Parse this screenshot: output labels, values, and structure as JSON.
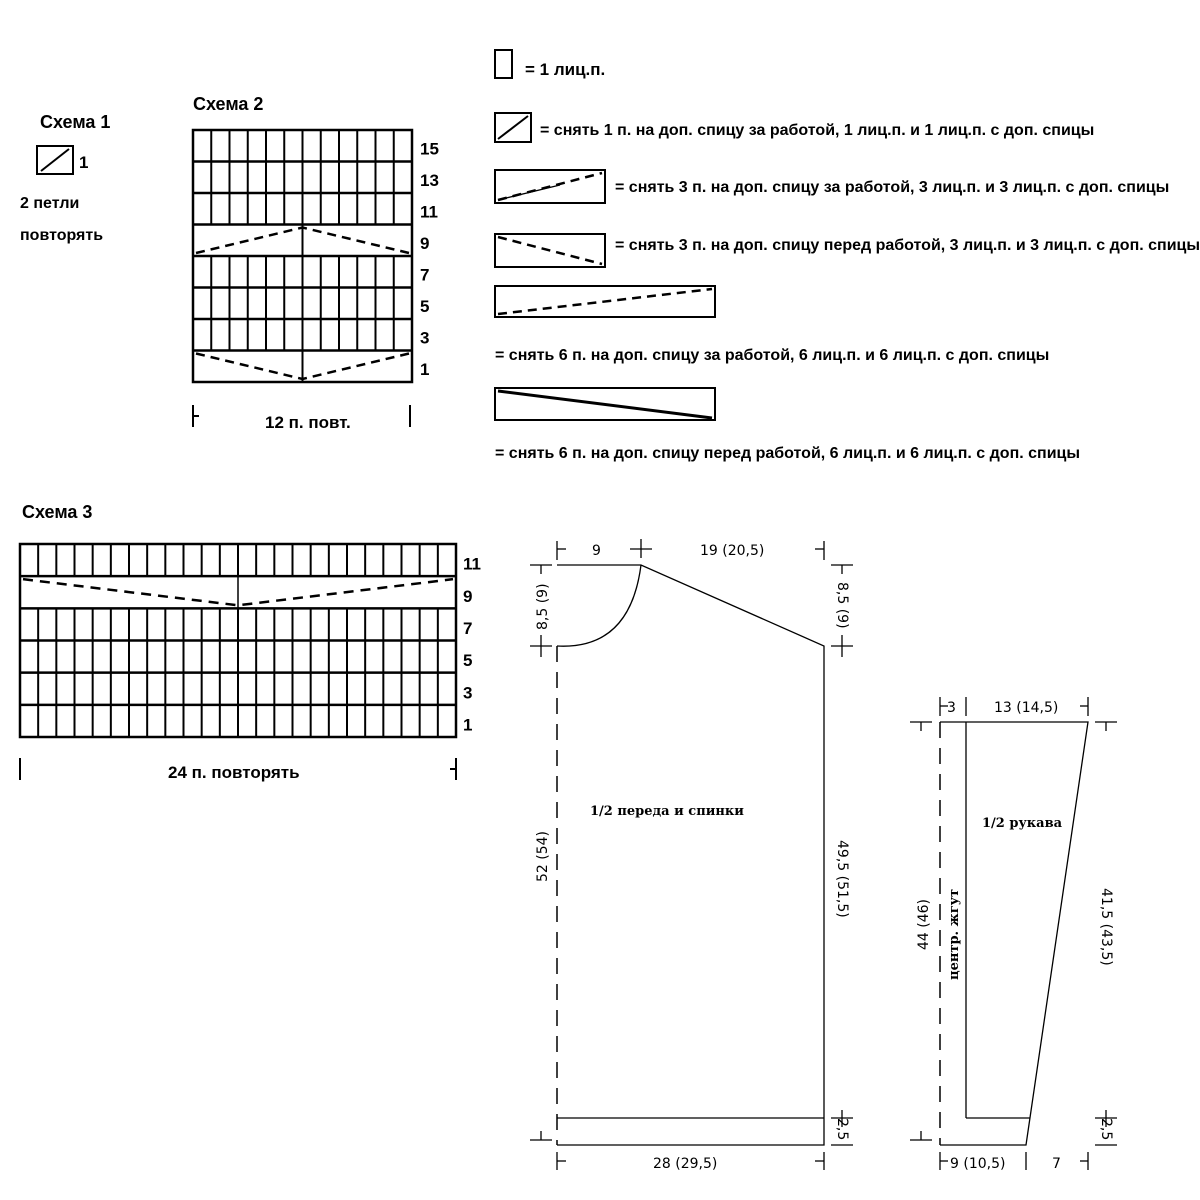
{
  "schema1": {
    "title": "Схема 1",
    "row_number": "1",
    "note_line1": "2 петли",
    "note_line2": "повторять"
  },
  "schema2": {
    "title": "Схема 2",
    "row_numbers": [
      "15",
      "13",
      "11",
      "9",
      "7",
      "5",
      "3",
      "1"
    ],
    "repeat_label": "12 п. повт."
  },
  "schema3": {
    "title": "Схема 3",
    "row_numbers": [
      "11",
      "9",
      "7",
      "5",
      "3",
      "1"
    ],
    "repeat_label": "24 п. повторять"
  },
  "legend": {
    "knit": "= 1 лиц.п.",
    "cross_1_back": "= снять 1 п. на доп. спицу за работой, 1 лиц.п. и 1 лиц.п. с доп. спицы",
    "cross_3_back": "= снять 3 п. на доп. спицу за работой, 3 лиц.п. и 3 лиц.п. с доп. спицы",
    "cross_3_front": "= снять 3 п. на доп. спицу перед работой, 3 лиц.п. и 3 лиц.п. с доп. спицы",
    "cross_6_back": "= снять 6 п. на доп. спицу за работой, 6 лиц.п. и 6 лиц.п. с доп. спицы",
    "cross_6_front": "= снять 6 п. на доп. спицу перед работой, 6 лиц.п. и 6 лиц.п. с доп. спицы"
  },
  "body_pattern": {
    "label": "1/2 переда и спинки",
    "neck_width": "9",
    "shoulder_width": "19 (20,5)",
    "neck_depth": "8,5 (9)",
    "shoulder_drop": "8,5 (9)",
    "total_length": "52 (54)",
    "side_length": "49,5 (51,5)",
    "rib_height": "2,5",
    "bottom_width": "28 (29,5)"
  },
  "sleeve_pattern": {
    "label": "1/2 рукава",
    "center_label": "центр. жгут",
    "top_inner": "3",
    "top_width": "13 (14,5)",
    "length_left": "44 (46)",
    "length_right": "41,5 (43,5)",
    "rib_height": "2,5",
    "bottom_left": "9 (10,5)",
    "bottom_right": "7"
  }
}
